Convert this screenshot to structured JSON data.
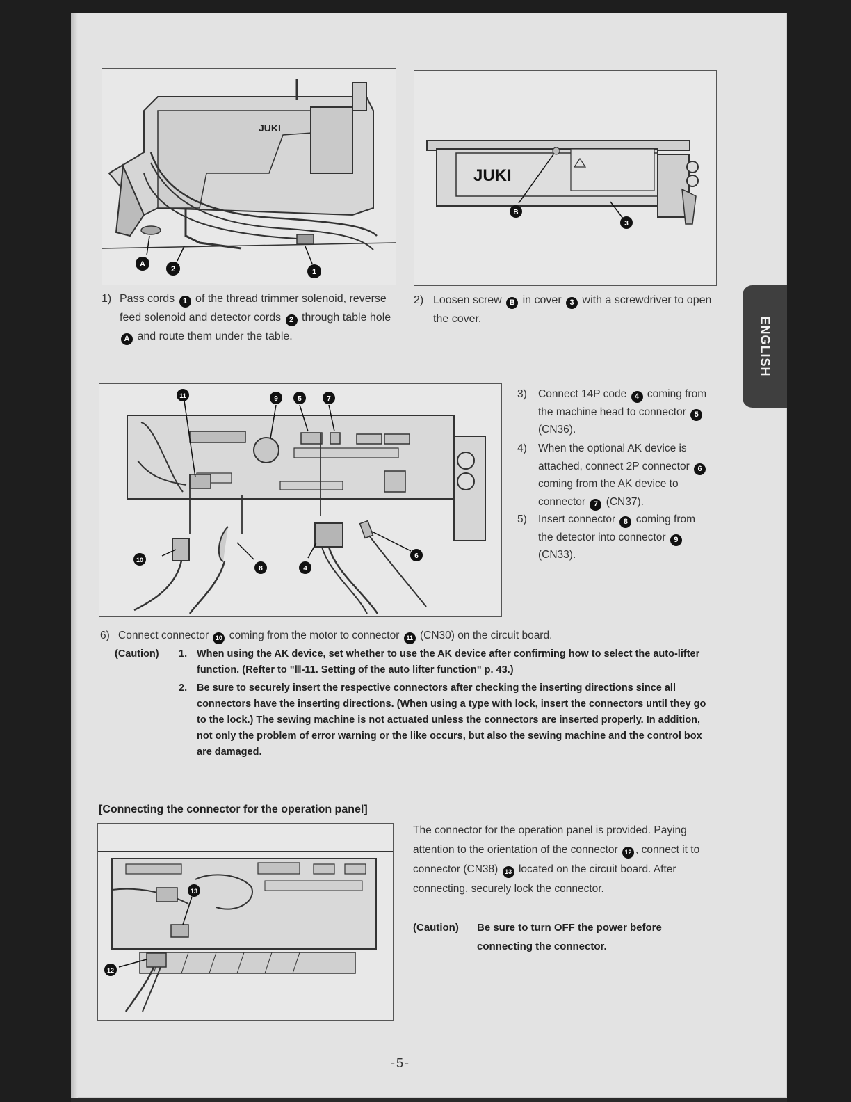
{
  "page": {
    "language_tab": "ENGLISH",
    "page_number": "-5-"
  },
  "figures": {
    "fig1": {
      "brand": "JUKI",
      "callouts": [
        "A",
        "2",
        "1"
      ]
    },
    "fig2": {
      "brand": "JUKI",
      "callouts": [
        "B",
        "3"
      ]
    },
    "fig3": {
      "callouts": [
        "11",
        "9",
        "5",
        "7",
        "10",
        "8",
        "4",
        "6"
      ]
    },
    "fig4": {
      "callouts": [
        "13",
        "12"
      ]
    }
  },
  "steps": {
    "s1": {
      "num": "1)",
      "parts": [
        "Pass cords ",
        "1",
        " of the thread trimmer solenoid, reverse feed solenoid and detector cords ",
        "2",
        " through table hole ",
        "A",
        " and route them under the table."
      ]
    },
    "s2": {
      "num": "2)",
      "parts": [
        "Loosen screw ",
        "B",
        " in cover ",
        "3",
        " with a screwdriver to open the cover."
      ]
    },
    "s3": {
      "num": "3)",
      "parts": [
        "Connect 14P code ",
        "4",
        " coming from the machine head to connector ",
        "5",
        " (CN36)."
      ]
    },
    "s4": {
      "num": "4)",
      "parts": [
        "When the optional AK device is attached, connect 2P connector ",
        "6",
        " coming from the AK device to connector ",
        "7",
        " (CN37)."
      ]
    },
    "s5": {
      "num": "5)",
      "parts": [
        "Insert connector ",
        "8",
        " coming from the detector into connector ",
        "9",
        " (CN33)."
      ]
    },
    "s6": {
      "num": "6)",
      "parts": [
        "Connect connector ",
        "10",
        " coming from the motor to connector ",
        "11",
        " (CN30) on the circuit board."
      ]
    }
  },
  "caution1": {
    "label": "(Caution)",
    "item1_num": "1.",
    "item1_text": "When using the AK device, set whether to use the AK device after confirming how to select the auto-lifter function. (Refter to \"Ⅲ-11. Setting of the auto lifter function\" p. 43.)",
    "item2_num": "2.",
    "item2_text": "Be sure to securely insert the respective connectors after checking the inserting directions since all connectors have the inserting directions. (When using a type with lock, insert the connectors until they go to the lock.) The sewing machine is not actuated unless the connectors are inserted properly. In addition, not only the problem of error warning or the like occurs, but also the sewing machine and the control box are damaged."
  },
  "panel_section": {
    "heading": "[Connecting the connector for the operation panel]",
    "parts": [
      "The connector for the operation panel is provided. Paying attention to the orientation of the connector ",
      "12",
      ", connect it to connector (CN38) ",
      "13",
      " located on the circuit board. After connecting, securely lock the connector."
    ],
    "caution_label": "(Caution)",
    "caution_text": "Be sure to turn OFF the power before connecting the connector."
  }
}
